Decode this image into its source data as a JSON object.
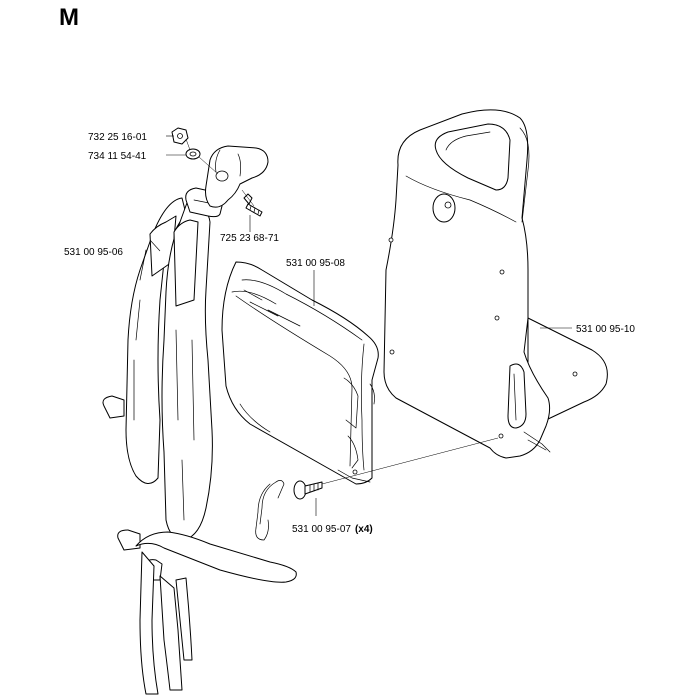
{
  "section": {
    "letter": "M"
  },
  "parts": [
    {
      "number": "732 25 16-01",
      "name": "nut"
    },
    {
      "number": "734 11 54-41",
      "name": "washer"
    },
    {
      "number": "725 23 68-71",
      "name": "screw"
    },
    {
      "number": "531 00 95-06",
      "name": "harness"
    },
    {
      "number": "531 00 95-08",
      "name": "pad"
    },
    {
      "number": "531 00 95-10",
      "name": "back-plate"
    },
    {
      "number": "531 00 95-07",
      "qty": "(x4)",
      "name": "screw"
    }
  ]
}
